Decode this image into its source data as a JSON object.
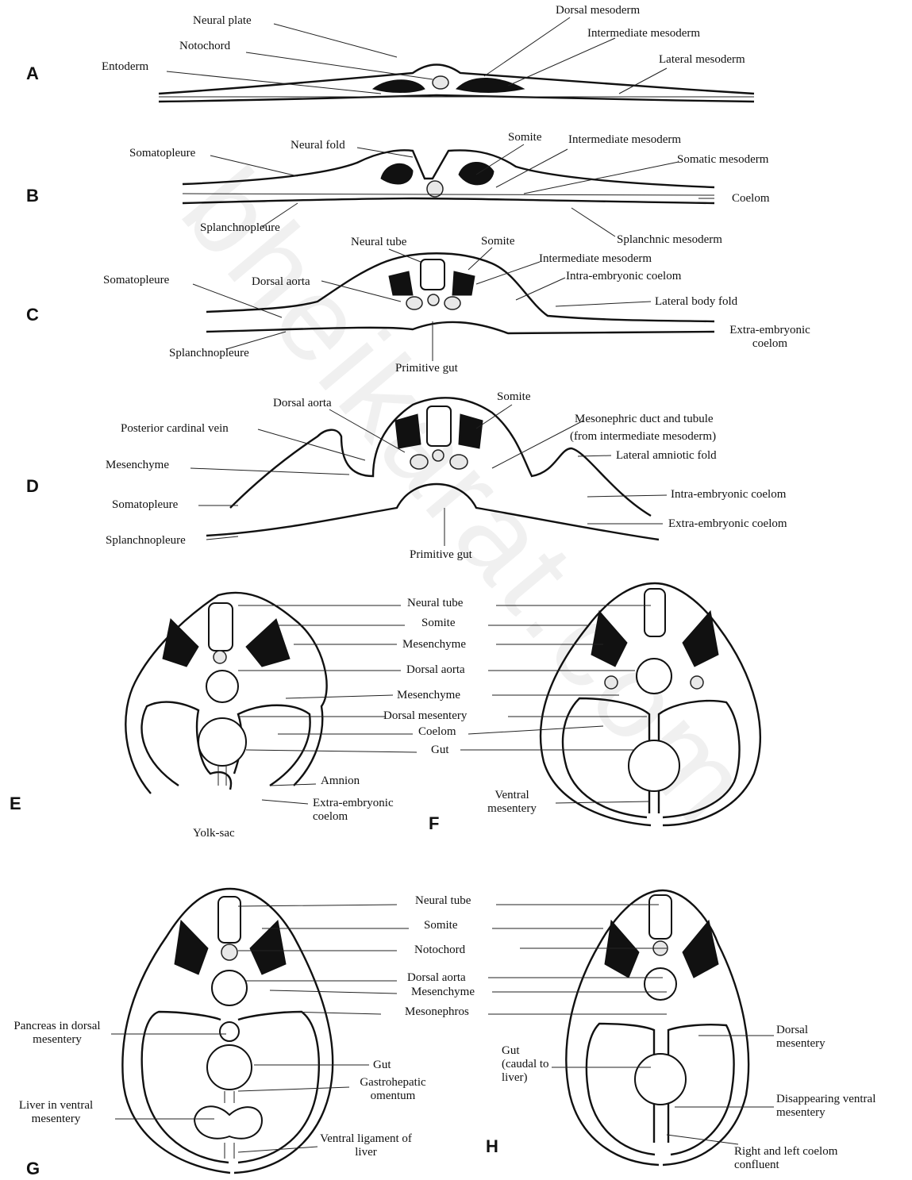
{
  "panels": {
    "A": "A",
    "B": "B",
    "C": "C",
    "D": "D",
    "E": "E",
    "F": "F",
    "G": "G",
    "H": "H"
  },
  "watermark": "bheikarat.com",
  "a": {
    "neural_plate": "Neural plate",
    "notochord": "Notochord",
    "entoderm": "Entoderm",
    "dorsal_mesoderm": "Dorsal mesoderm",
    "intermediate_mesoderm": "Intermediate mesoderm",
    "lateral_mesoderm": "Lateral mesoderm"
  },
  "b": {
    "somatopleure": "Somatopleure",
    "neural_fold": "Neural fold",
    "somite": "Somite",
    "intermediate_mesoderm": "Intermediate mesoderm",
    "somatic_mesoderm": "Somatic mesoderm",
    "coelom": "Coelom",
    "splanchnopleure": "Splanchnopleure",
    "splanchnic_mesoderm": "Splanchnic mesoderm"
  },
  "c": {
    "neural_tube": "Neural tube",
    "somite": "Somite",
    "intermediate_mesoderm": "Intermediate mesoderm",
    "intra_embryonic_coelom": "Intra-embryonic coelom",
    "somatopleure": "Somatopleure",
    "dorsal_aorta": "Dorsal aorta",
    "lateral_body_fold": "Lateral body fold",
    "extra_embryonic_coelom": "Extra-embryonic coelom",
    "splanchnopleure": "Splanchnopleure",
    "primitive_gut": "Primitive gut"
  },
  "d": {
    "dorsal_aorta": "Dorsal aorta",
    "somite": "Somite",
    "posterior_cardinal_vein": "Posterior cardinal vein",
    "mesonephric_duct": "Mesonephric duct and tubule",
    "mesonephric_note": "(from intermediate mesoderm)",
    "mesenchyme": "Mesenchyme",
    "lateral_amniotic_fold": "Lateral amniotic fold",
    "somatopleure": "Somatopleure",
    "intra_embryonic_coelom": "Intra-embryonic coelom",
    "splanchnopleure": "Splanchnopleure",
    "extra_embryonic_coelom": "Extra-embryonic coelom",
    "primitive_gut": "Primitive gut"
  },
  "ef": {
    "neural_tube": "Neural tube",
    "somite": "Somite",
    "mesenchyme": "Mesenchyme",
    "dorsal_aorta": "Dorsal aorta",
    "mesenchyme2": "Mesenchyme",
    "dorsal_mesentery": "Dorsal mesentery",
    "coelom": "Coelom",
    "gut": "Gut",
    "amnion": "Amnion",
    "extra_embryonic_coelom": "Extra-embryonic coelom",
    "yolk_sac": "Yolk-sac",
    "ventral_mesentery": "Ventral mesentery"
  },
  "gh": {
    "neural_tube": "Neural tube",
    "somite": "Somite",
    "notochord": "Notochord",
    "dorsal_aorta": "Dorsal aorta",
    "mesenchyme": "Mesenchyme",
    "mesonephros": "Mesonephros",
    "pancreas": "Pancreas in dorsal mesentery",
    "gut": "Gut",
    "gastrohepatic": "Gastrohepatic omentum",
    "liver": "Liver in ventral mesentery",
    "ventral_ligament": "Ventral ligament of liver",
    "gut_caudal": "Gut (caudal to liver)",
    "dorsal_mesentery": "Dorsal mesentery",
    "disappearing": "Disappearing ventral mesentery",
    "right_left": "Right and left coelom confluent"
  }
}
